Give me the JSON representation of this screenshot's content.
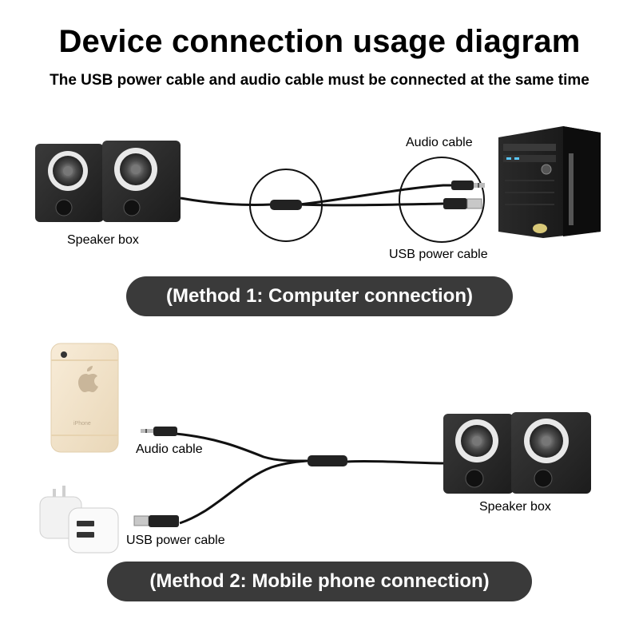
{
  "header": {
    "title": "Device connection usage diagram",
    "subtitle": "The USB power cable and audio cable must be connected at the same time"
  },
  "method1": {
    "speaker_label": "Speaker box",
    "audio_label": "Audio cable",
    "usb_label": "USB power cable",
    "caption": "(Method 1: Computer connection)"
  },
  "method2": {
    "audio_label": "Audio cable",
    "usb_label": "USB power cable",
    "speaker_label": "Speaker box",
    "caption": "(Method 2: Mobile phone connection)",
    "phone_brand": "iPhone"
  },
  "icons": [
    "speaker-icon",
    "computer-tower-icon",
    "phone-icon",
    "usb-charger-icon",
    "audio-jack-icon",
    "usb-plug-icon",
    "inline-control-icon"
  ],
  "colors": {
    "pill_bg": "#3a3a3a",
    "pill_text": "#ffffff",
    "speaker_body": "#2c2c2c",
    "tower_body": "#1e1e1e",
    "phone_body": "#f1e3cc"
  }
}
